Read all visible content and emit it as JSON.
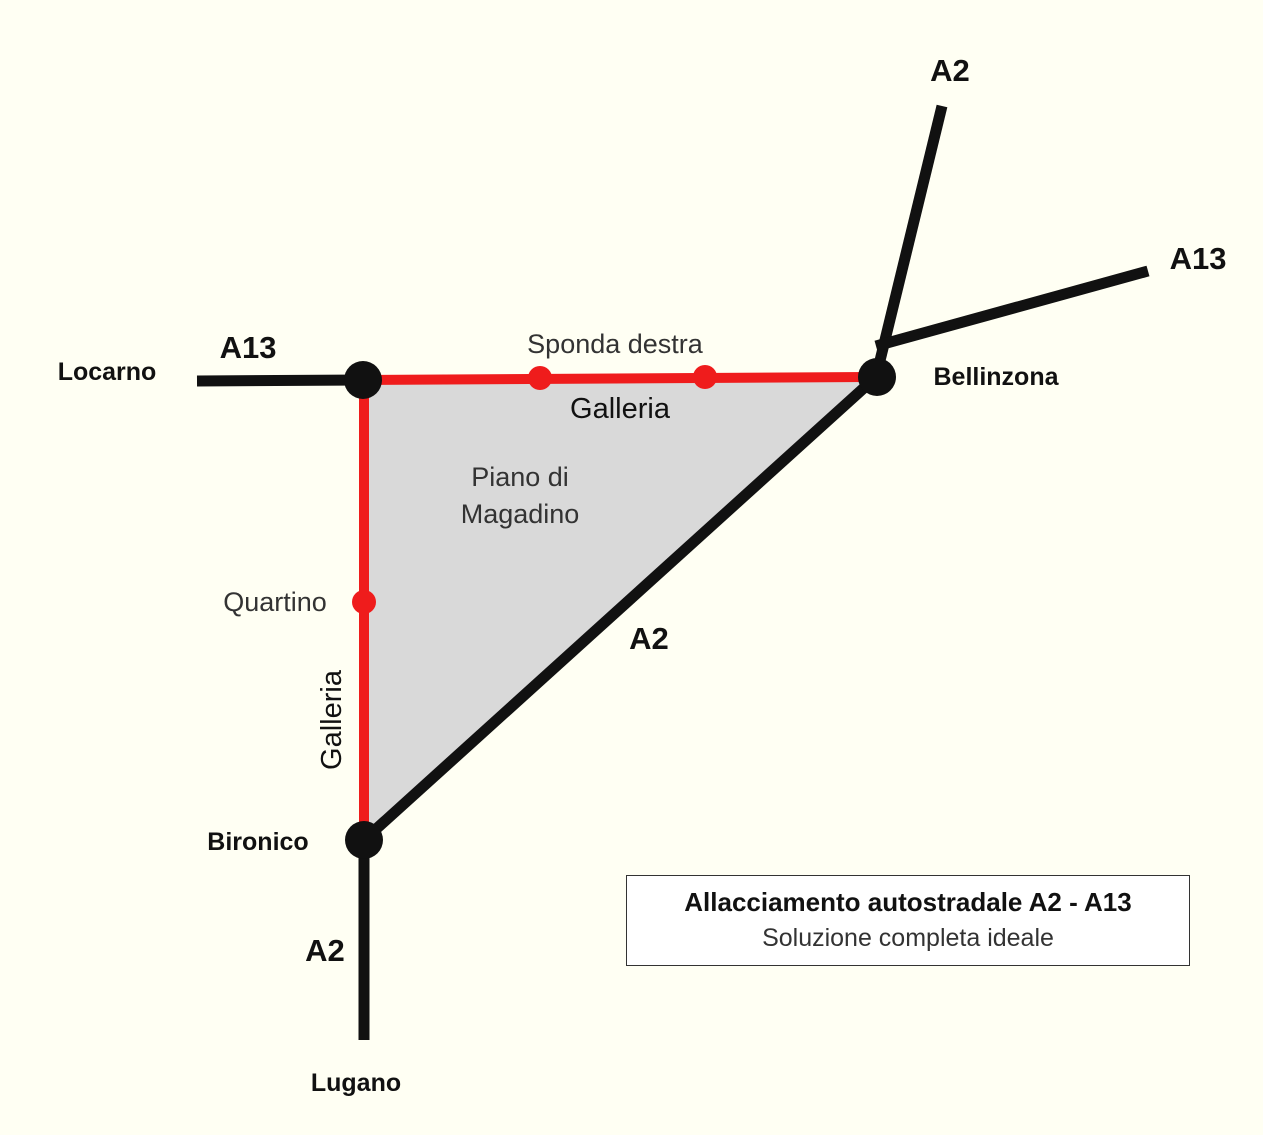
{
  "colors": {
    "background": "#fffff3",
    "motorway": "#111111",
    "planned": "#ef1c1c",
    "area": "#d9d9d9"
  },
  "labels": {
    "a2_north": "A2",
    "a13_east": "A13",
    "a13_west": "A13",
    "locarno": "Locarno",
    "bellinzona": "Bellinzona",
    "sponda_destra": "Sponda destra",
    "galleria_top": "Galleria",
    "piano_line1": "Piano di",
    "piano_line2": "Magadino",
    "quartino": "Quartino",
    "a2_diagonal": "A2",
    "galleria_vertical": "Galleria",
    "bironico": "Bironico",
    "a2_south": "A2",
    "lugano": "Lugano"
  },
  "legend": {
    "title": "Allacciamento autostradale A2 - A13",
    "subtitle": "Soluzione completa ideale"
  }
}
